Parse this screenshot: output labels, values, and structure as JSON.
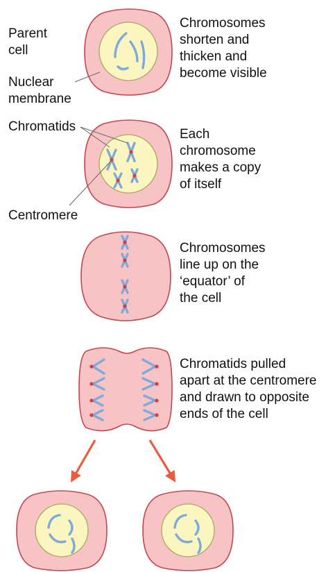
{
  "labels": {
    "parent_cell": "Parent\ncell",
    "nuclear_membrane": "Nuclear\nmembrane",
    "chromatids": "Chromatids",
    "centromere": "Centromere"
  },
  "steps": [
    {
      "text": "Chromosomes\nshorten and\nthicken and\nbecome visible"
    },
    {
      "text": "Each\nchromosome\nmakes a copy\nof itself"
    },
    {
      "text": "Chromosomes\nline up on the\n‘equator’ of\nthe cell"
    },
    {
      "text": "Chromatids pulled\napart at the centromere\nand drawn to opposite\nends of the cell"
    }
  ],
  "colors": {
    "cell_fill": "#f7c3c4",
    "cell_stroke": "#c4464c",
    "nucleus_fill": "#fbf6bf",
    "nucleus_stroke": "#aaa460",
    "chromosome": "#7ea9dc",
    "centromere": "#d63c3c",
    "arrow": "#f05a3c",
    "leader": "#666666"
  }
}
